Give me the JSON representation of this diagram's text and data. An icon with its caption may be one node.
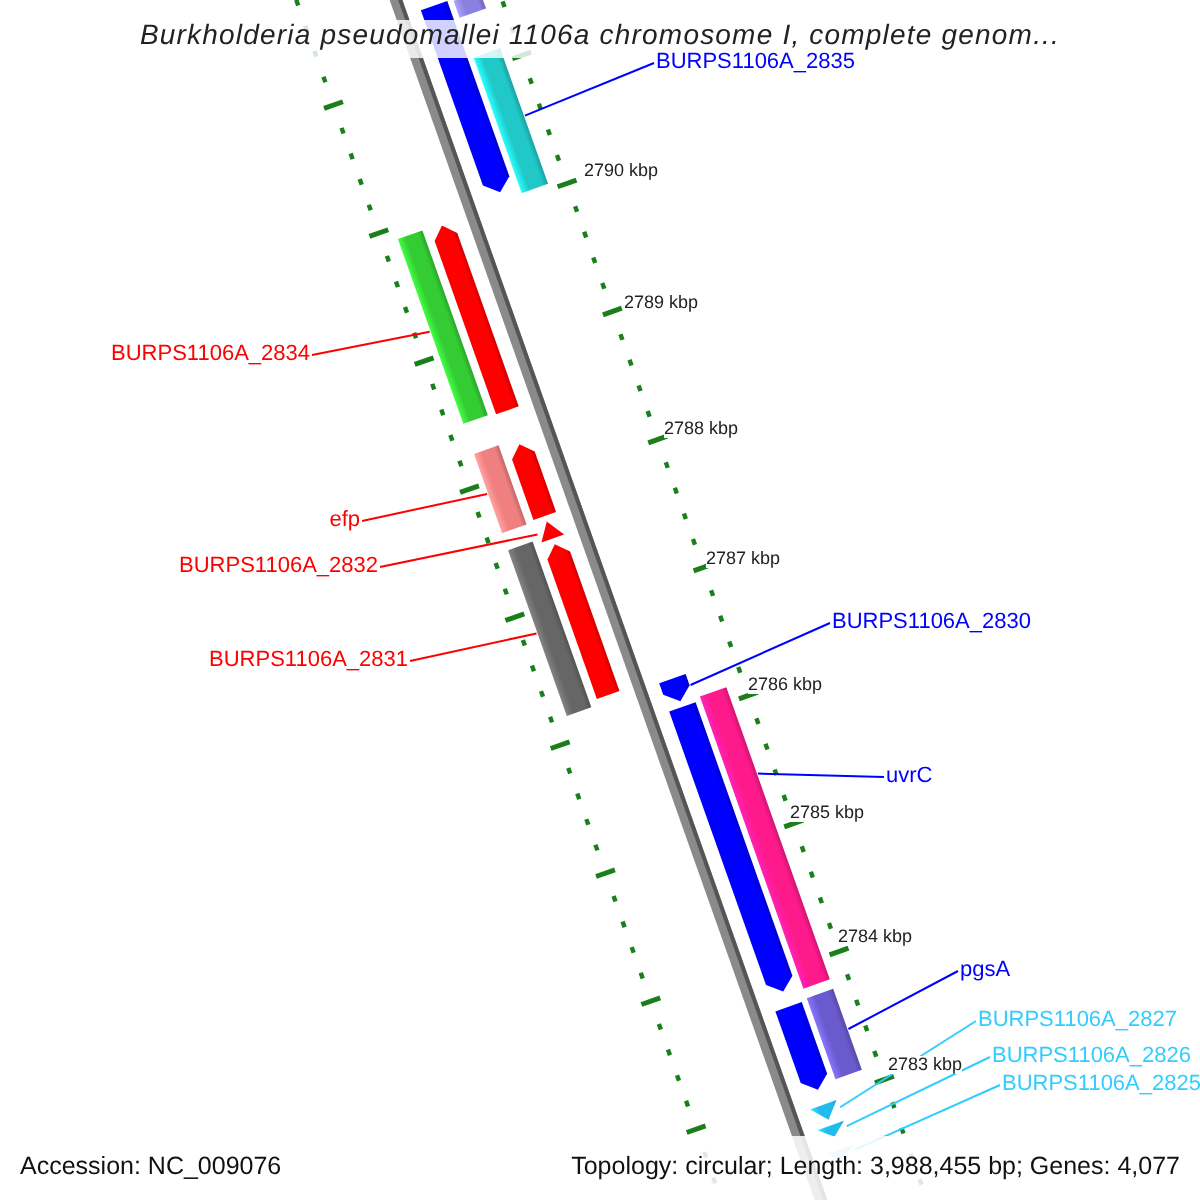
{
  "diagram": {
    "title": "Burkholderia pseudomallei 1106a chromosome I, complete genom...",
    "nodes": [
      {
        "text": [
          "BURPS1106A_2835"
        ]
      },
      {
        "text": [
          "BURPS1106A_2834"
        ]
      },
      {
        "text": [
          "efp"
        ]
      },
      {
        "text": [
          "BURPS1106A_2832"
        ]
      },
      {
        "text": [
          "BURPS1106A_2830"
        ]
      },
      {
        "text": [
          "BURPS1106A_2831"
        ]
      },
      {
        "text": [
          "uvrC"
        ]
      },
      {
        "text": [
          "pgsA"
        ]
      },
      {
        "text": [
          "BURPS1106A_2827"
        ]
      },
      {
        "text": [
          "BURPS1106A_2826"
        ]
      },
      {
        "text": [
          "BURPS1106A_2825"
        ]
      },
      {
        "text": [],
        "shape": "bar"
      },
      {
        "text": [],
        "shape": "bar"
      },
      {
        "text": [],
        "shape": "bar"
      },
      {
        "text": [],
        "shape": "bar"
      },
      {
        "text": [],
        "shape": "bar"
      },
      {
        "text": [],
        "shape": "bar"
      },
      {
        "text": [],
        "shape": "bar"
      },
      {
        "text": [],
        "shape": "bar"
      },
      {
        "text": [],
        "shape": "bar"
      },
      {
        "text": [],
        "shape": "bar"
      },
      {
        "text": [],
        "shape": "bar"
      },
      {
        "text": [],
        "shape": "bar"
      },
      {
        "text": [],
        "shape": "bar"
      },
      {
        "text": [],
        "shape": "bar"
      },
      {
        "text": [],
        "shape": "bar"
      },
      {
        "text": [],
        "shape": "bar"
      },
      {
        "text": [],
        "shape": "bar"
      },
      {
        "text": [],
        "shape": "bar"
      }
    ],
    "edges": [
      {
        "from": 0,
        "to": 13,
        "arrow": "none",
        "color": "#0000ff"
      },
      {
        "from": 1,
        "to": 15,
        "arrow": "none",
        "color": "#ff0000"
      },
      {
        "from": 2,
        "to": 17,
        "arrow": "none",
        "color": "#ff0000"
      },
      {
        "from": 3,
        "to": 18,
        "arrow": "none",
        "color": "#ff0000"
      },
      {
        "from": 4,
        "to": 22,
        "arrow": "none",
        "color": "#0000ff"
      },
      {
        "from": 5,
        "to": 20,
        "arrow": "none",
        "color": "#ff0000"
      },
      {
        "from": 6,
        "to": 21,
        "arrow": "none",
        "color": "#0000ff"
      },
      {
        "from": 7,
        "to": 24,
        "arrow": "none",
        "color": "#0000ff"
      },
      {
        "from": 8,
        "to": 26,
        "arrow": "none",
        "color": "#33ccff"
      },
      {
        "from": 9,
        "to": 27,
        "arrow": "none",
        "color": "#33ccff"
      },
      {
        "from": 10,
        "to": 28,
        "arrow": "none",
        "color": "#33ccff"
      }
    ],
    "labels": [
      "2790 kbp",
      "2789 kbp",
      "2788 kbp",
      "2787 kbp",
      "2786 kbp",
      "2785 kbp",
      "2784 kbp",
      "2783 kbp",
      "Accession: NC_009076",
      "Topology: circular; Length: 3,988,455 bp; Genes: 4,077"
    ]
  }
}
